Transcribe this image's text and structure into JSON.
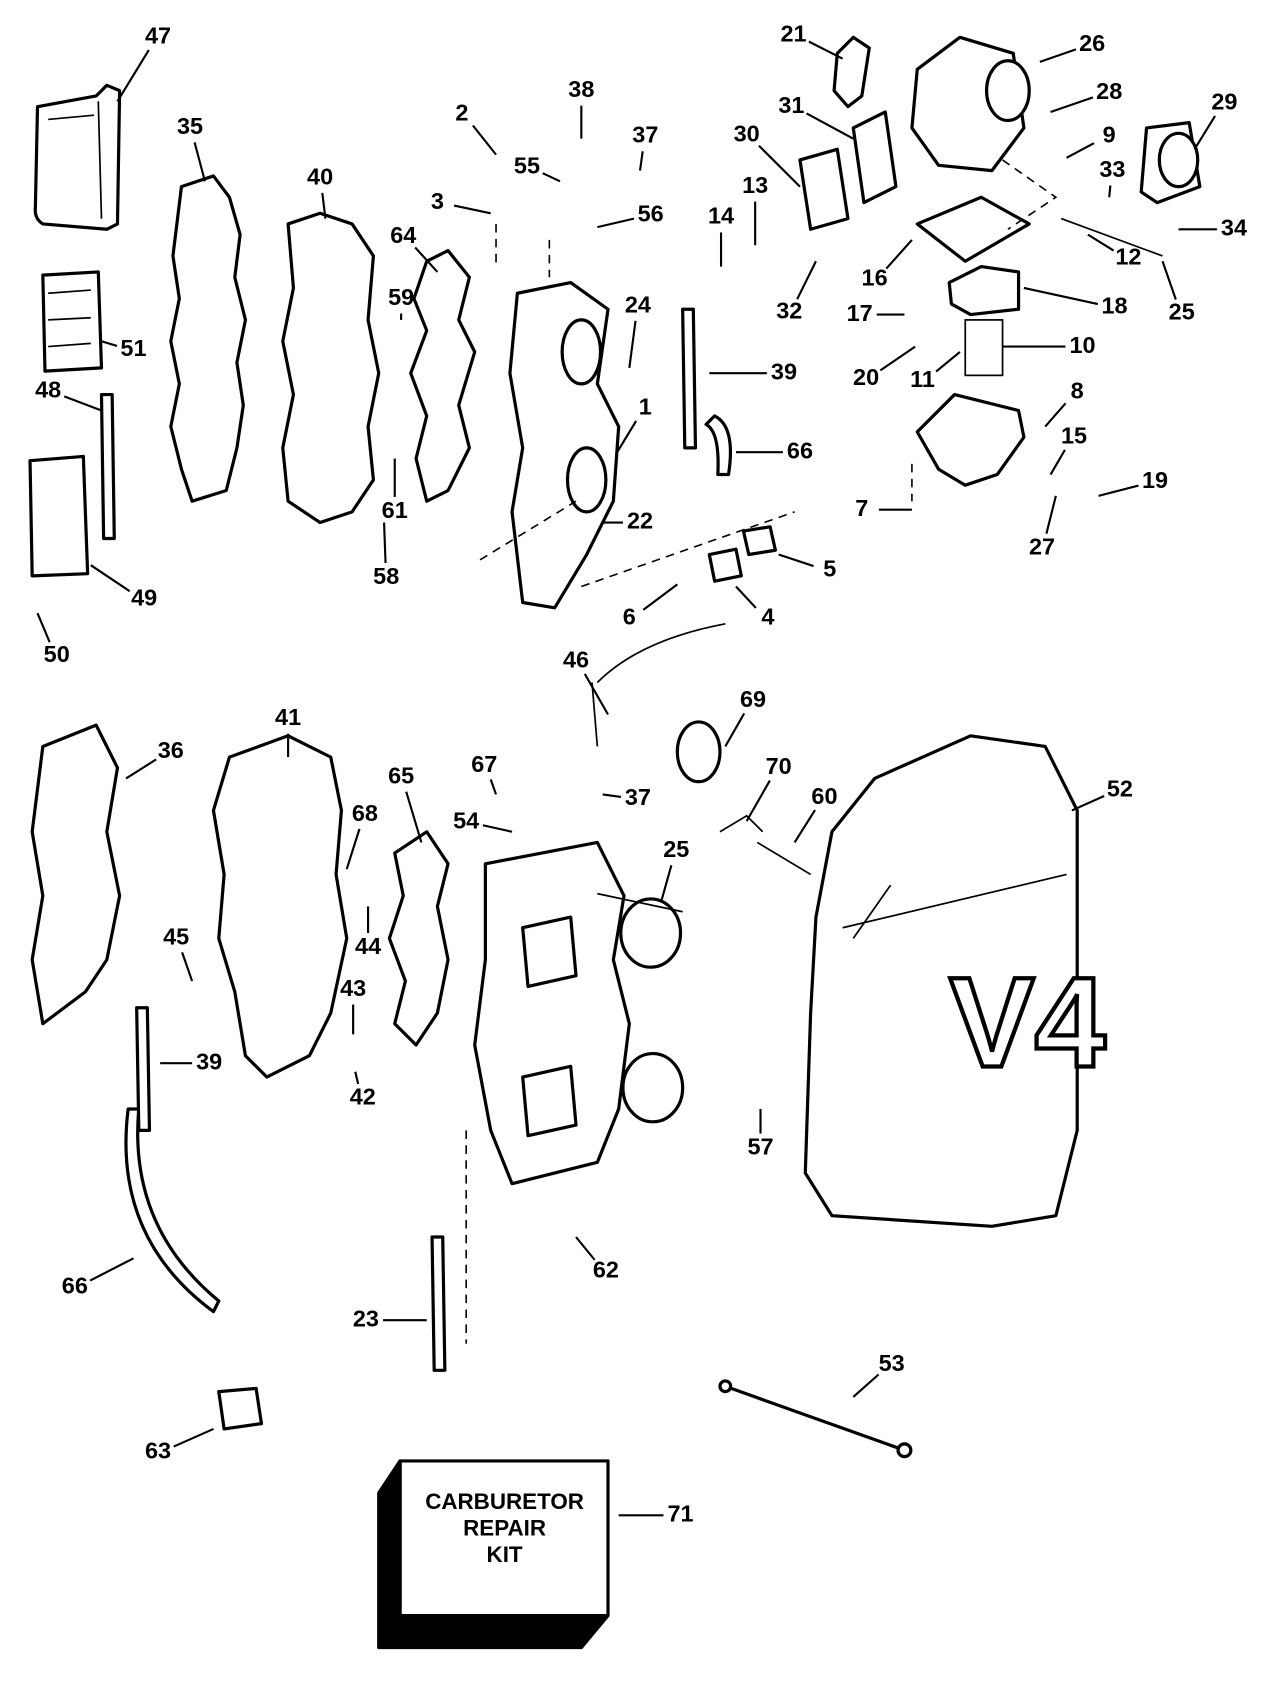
{
  "diagram": {
    "callouts": [
      "47",
      "35",
      "40",
      "2",
      "55",
      "38",
      "37",
      "3",
      "56",
      "64",
      "14",
      "13",
      "30",
      "31",
      "21",
      "26",
      "28",
      "29",
      "9",
      "33",
      "34",
      "12",
      "16",
      "32",
      "17",
      "18",
      "25",
      "10",
      "20",
      "11",
      "24",
      "59",
      "39",
      "1",
      "66",
      "8",
      "15",
      "19",
      "7",
      "27",
      "51",
      "48",
      "61",
      "22",
      "58",
      "49",
      "50",
      "5",
      "4",
      "6",
      "46",
      "69",
      "36",
      "41",
      "67",
      "65",
      "70",
      "37",
      "54",
      "60",
      "52",
      "68",
      "25",
      "44",
      "45",
      "43",
      "39",
      "42",
      "57",
      "62",
      "66",
      "23",
      "53",
      "63",
      "71"
    ],
    "kit_box": {
      "line1": "CARBURETOR",
      "line2": "REPAIR",
      "line3": "KIT"
    },
    "cover_badge": "V4",
    "line_color": "#000000",
    "background": "#ffffff"
  }
}
